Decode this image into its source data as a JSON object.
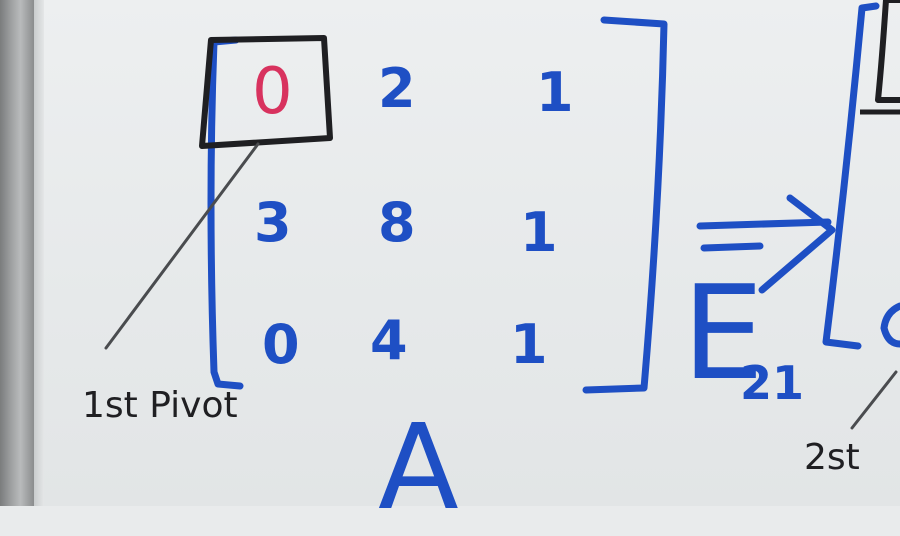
{
  "whiteboard": {
    "matrix": {
      "name": "A",
      "rows": [
        [
          "0",
          "2",
          "1"
        ],
        [
          "3",
          "8",
          "1"
        ],
        [
          "0",
          "4",
          "1"
        ]
      ]
    },
    "pivot_note": "1st Pivot",
    "elimination": {
      "letter": "E",
      "subscript": "21"
    },
    "right_note": "2st"
  },
  "colors": {
    "marker_blue": "#1e4fc4",
    "marker_red": "#d8325e",
    "marker_black": "#1f1f22"
  }
}
